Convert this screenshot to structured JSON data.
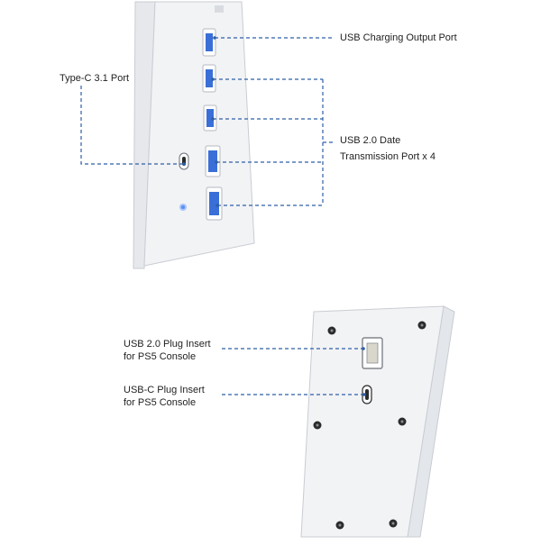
{
  "labels": {
    "usb_charging": "USB Charging Output Port",
    "typec": "Type-C 3.1 Port",
    "usb20_line1": "USB 2.0 Date",
    "usb20_line2": "Transmission Port x 4",
    "plug_usb_line1": "USB 2.0 Plug Insert",
    "plug_usb_line2": "for PS5 Console",
    "plug_c_line1": "USB-C Plug Insert",
    "plug_c_line2": "for PS5 Console"
  },
  "colors": {
    "leader": "#2f5fa8",
    "port_blue": "#3a6fd8",
    "body": "#f2f3f5",
    "edge": "#c9ccd2",
    "screw": "#2b2b2b"
  }
}
